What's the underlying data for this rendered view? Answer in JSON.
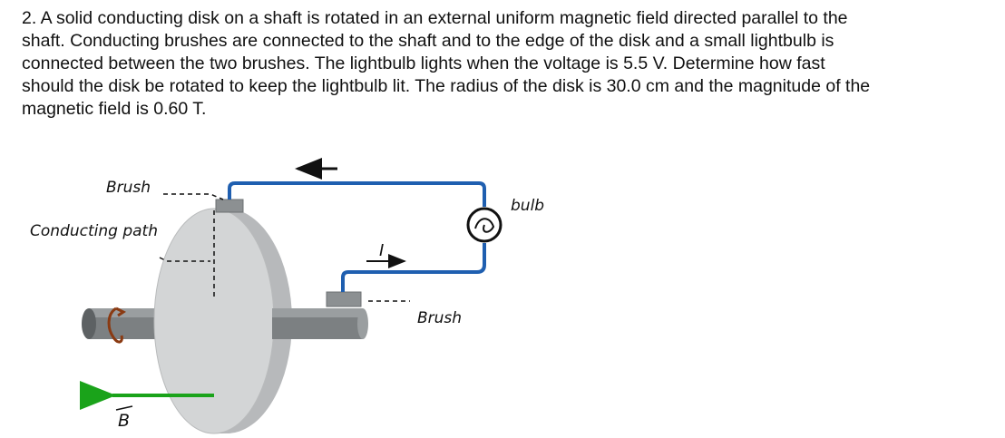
{
  "problem": {
    "lines": [
      "2. A solid conducting disk on a shaft is rotated in an external uniform magnetic field directed parallel to the",
      "shaft. Conducting brushes are connected to the shaft and to the edge of the disk and a small lightbulb is",
      "connected between the two brushes. The lightbulb lights when the voltage is 5.5 V. Determine how fast",
      "should the disk be rotated to keep the lightbulb lit. The radius of the disk is 30.0 cm and the magnitude of the",
      "magnetic field is 0.60 T."
    ]
  },
  "figure": {
    "labels": {
      "brush_top": "Brush",
      "conducting_path": "Conducting path",
      "bulb": "bulb",
      "current": "I",
      "brush_bottom": "Brush",
      "field": "B"
    },
    "colors": {
      "wire": "#1f5fb0",
      "field_arrow": "#1aa31a",
      "rotation_arrow": "#8a3a12",
      "disk_face": "#d3d5d6",
      "disk_rim": "#a6a8aa",
      "shaft": "#6f7375"
    }
  }
}
